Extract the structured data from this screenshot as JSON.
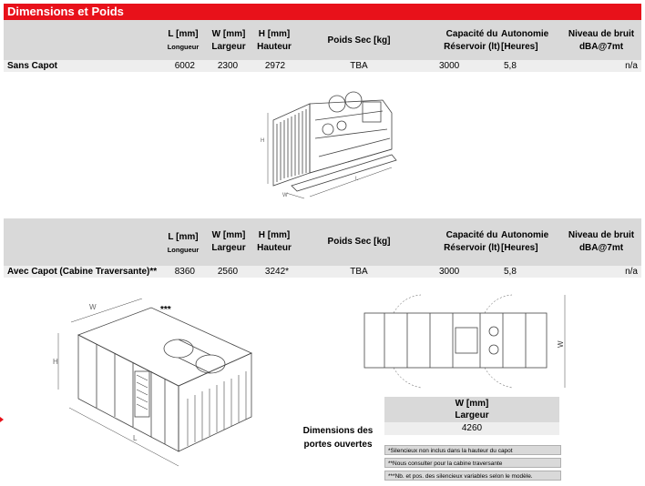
{
  "title": "Dimensions et Poids",
  "headers": {
    "l_top": "L [mm]",
    "l_bottom": "Longueur",
    "w_top": "W [mm]",
    "w_bottom": "Largeur",
    "h_top": "H  [mm]",
    "h_bottom": "Hauteur",
    "poids": "Poids Sec [kg]",
    "capacite_top": "Capacité du",
    "capacite_bottom": "Réservoir  (lt)",
    "autonomie_top": "Autonomie",
    "autonomie_bottom": "[Heures]",
    "bruit_top": "Niveau de bruit",
    "bruit_bottom": "dBA@7mt"
  },
  "row1": {
    "name": "Sans Capot",
    "l": "6002",
    "w": "2300",
    "h": "2972",
    "poids": "TBA",
    "capacite": "3000",
    "autonomie": "5,8",
    "bruit": "n/a"
  },
  "row2": {
    "name": "Avec Capot  (Cabine Traversante)**",
    "l": "8360",
    "w": "2560",
    "h": "3242*",
    "poids": "TBA",
    "capacite": "3000",
    "autonomie": "5,8",
    "bruit": "n/a"
  },
  "stars": "***",
  "doors": {
    "label_line1": "Dimensions des",
    "label_line2": "portes ouvertes",
    "w_top": "W [mm]",
    "w_bottom": "Largeur",
    "value": "4260"
  },
  "notes": [
    "*Silencieux non inclus dans la hauteur du capot",
    "**Nous consulter pour la cabine traversante",
    "***Nb. et pos. des silencieux variables selon le modèle."
  ],
  "drawing_labels": {
    "h": "H",
    "w": "W",
    "l": "L"
  }
}
